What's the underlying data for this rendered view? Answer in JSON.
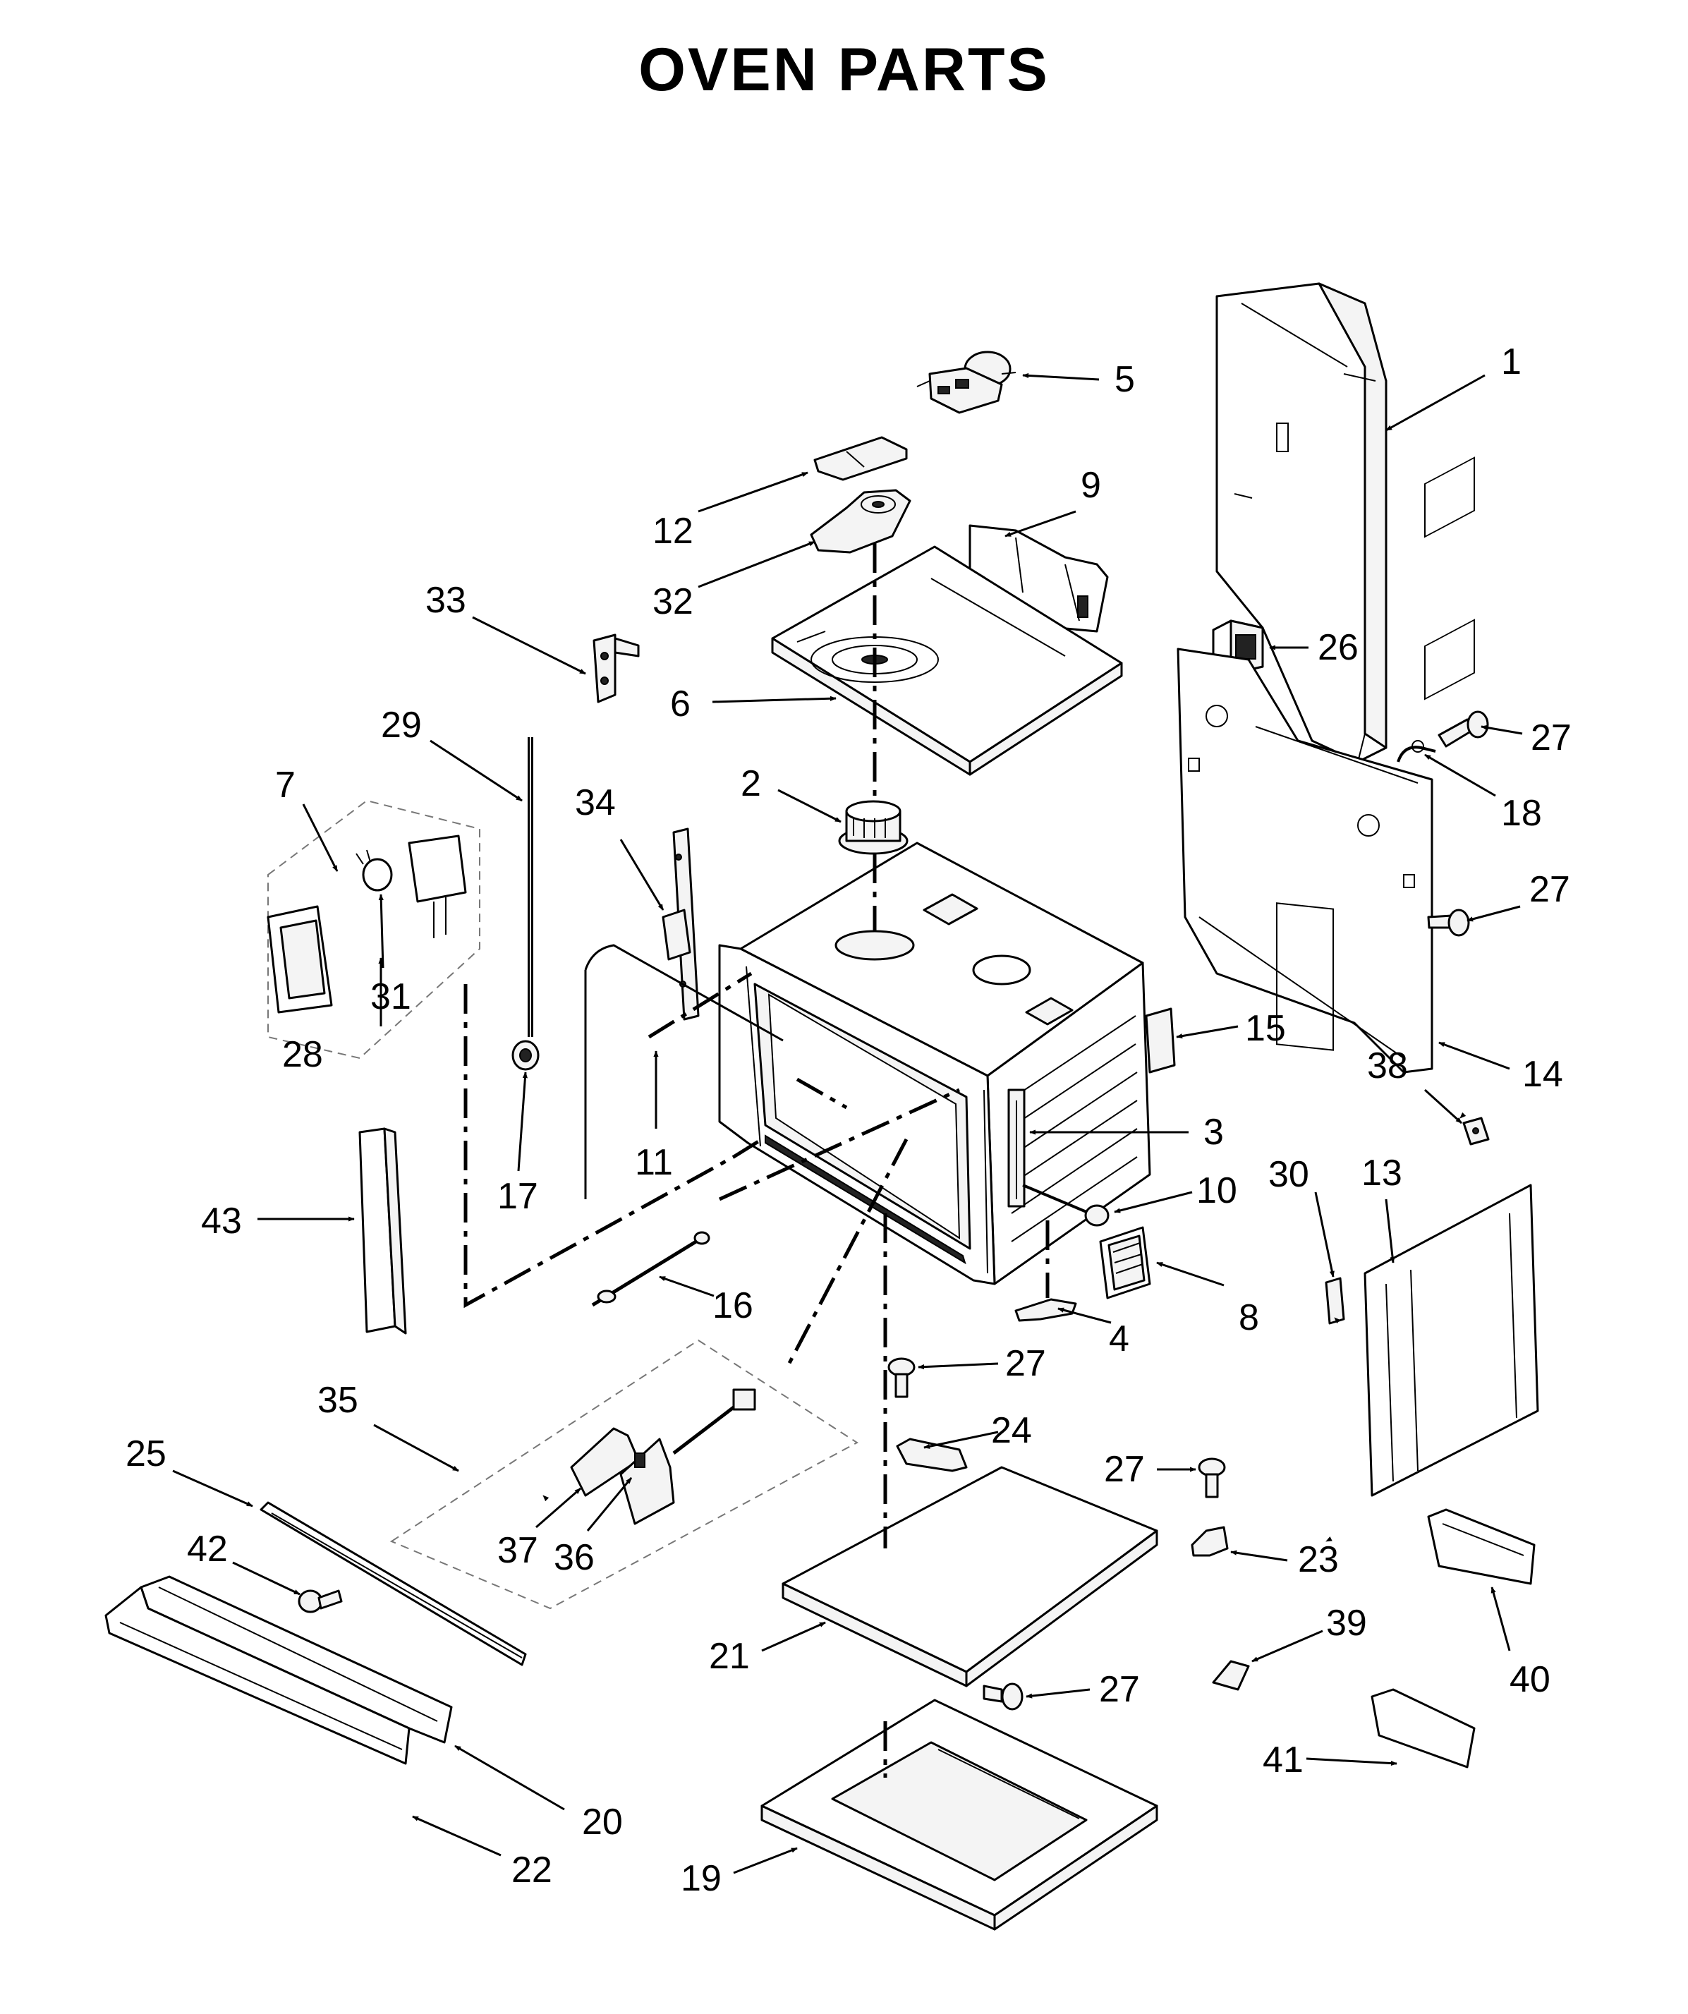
{
  "title": "OVEN PARTS",
  "callouts": [
    {
      "id": "1",
      "label": "1"
    },
    {
      "id": "2",
      "label": "2"
    },
    {
      "id": "3",
      "label": "3"
    },
    {
      "id": "4",
      "label": "4"
    },
    {
      "id": "5",
      "label": "5"
    },
    {
      "id": "6",
      "label": "6"
    },
    {
      "id": "7",
      "label": "7"
    },
    {
      "id": "8",
      "label": "8"
    },
    {
      "id": "9",
      "label": "9"
    },
    {
      "id": "10",
      "label": "10"
    },
    {
      "id": "11",
      "label": "11"
    },
    {
      "id": "12",
      "label": "12"
    },
    {
      "id": "13",
      "label": "13"
    },
    {
      "id": "14",
      "label": "14"
    },
    {
      "id": "15",
      "label": "15"
    },
    {
      "id": "16",
      "label": "16"
    },
    {
      "id": "17",
      "label": "17"
    },
    {
      "id": "18",
      "label": "18"
    },
    {
      "id": "19",
      "label": "19"
    },
    {
      "id": "20",
      "label": "20"
    },
    {
      "id": "21",
      "label": "21"
    },
    {
      "id": "22",
      "label": "22"
    },
    {
      "id": "23",
      "label": "23"
    },
    {
      "id": "24",
      "label": "24"
    },
    {
      "id": "25",
      "label": "25"
    },
    {
      "id": "26",
      "label": "26"
    },
    {
      "id": "27a",
      "label": "27"
    },
    {
      "id": "27b",
      "label": "27"
    },
    {
      "id": "27c",
      "label": "27"
    },
    {
      "id": "27d",
      "label": "27"
    },
    {
      "id": "27e",
      "label": "27"
    },
    {
      "id": "28",
      "label": "28"
    },
    {
      "id": "29",
      "label": "29"
    },
    {
      "id": "30",
      "label": "30"
    },
    {
      "id": "31",
      "label": "31"
    },
    {
      "id": "32",
      "label": "32"
    },
    {
      "id": "33",
      "label": "33"
    },
    {
      "id": "34",
      "label": "34"
    },
    {
      "id": "35",
      "label": "35"
    },
    {
      "id": "36",
      "label": "36"
    },
    {
      "id": "37",
      "label": "37"
    },
    {
      "id": "38",
      "label": "38"
    },
    {
      "id": "39",
      "label": "39"
    },
    {
      "id": "40",
      "label": "40"
    },
    {
      "id": "41",
      "label": "41"
    },
    {
      "id": "42",
      "label": "42"
    },
    {
      "id": "43",
      "label": "43"
    }
  ]
}
